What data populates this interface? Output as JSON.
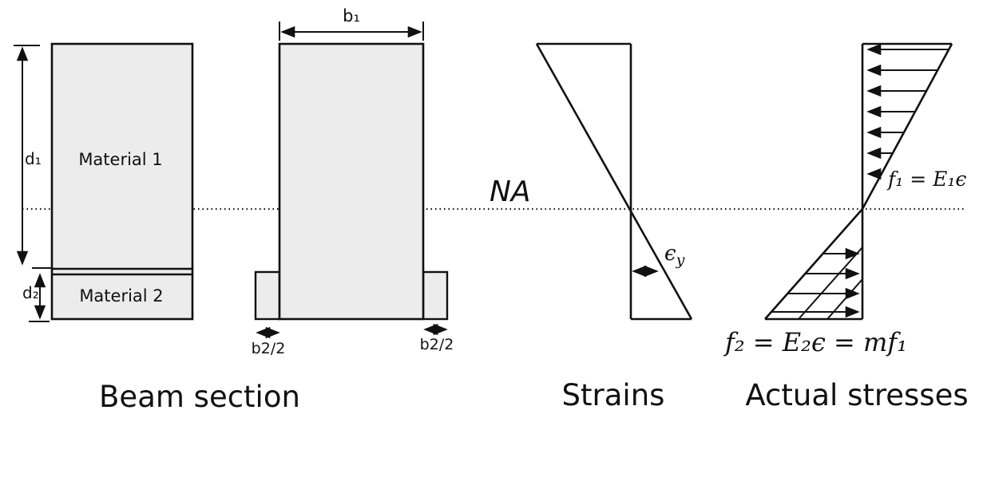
{
  "labels": {
    "na": "NA",
    "beam_section_caption": "Beam section",
    "strains_caption": "Strains",
    "stresses_caption": "Actual stresses"
  },
  "beam_section": {
    "material1": "Material 1",
    "material2": "Material 2",
    "d1": "d₁",
    "d2": "d₂"
  },
  "transformed_section": {
    "b1": "b₁",
    "b2_left": "b2/2",
    "b2_right": "b2/2"
  },
  "strains": {
    "epsilon": "ϵ",
    "epsilon_sub": "y"
  },
  "stresses": {
    "f1_eq": "f₁ = E₁ϵ",
    "f2_eq": "f₂ = E₂ϵ = mf₁"
  },
  "colors": {
    "stroke": "#111111",
    "section_fill": "#ececec",
    "background": "#ffffff"
  }
}
